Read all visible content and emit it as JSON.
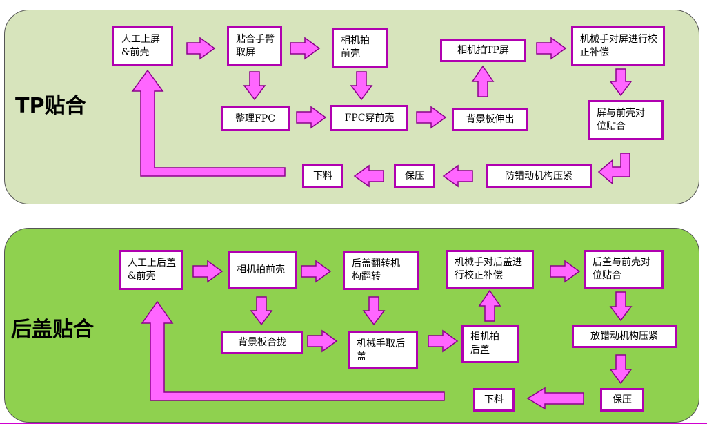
{
  "tp": {
    "title": "TP贴合",
    "steps": {
      "s1": "人工上屏&前壳",
      "s2": "贴合手臂取屏",
      "s3": "相机拍前壳",
      "s4": "相机拍TP屏",
      "s5": "机械手对屏进行校正补偿",
      "s6": "整理FPC",
      "s7": "FPC穿前壳",
      "s8": "背景板伸出",
      "s9": "屏与前壳对位贴合",
      "s10": "下料",
      "s11": "保压",
      "s12": "防错动机构压紧"
    }
  },
  "hg": {
    "title": "后盖贴合",
    "steps": {
      "s1": "人工上后盖&前壳",
      "s2": "相机拍前壳",
      "s3": "后盖翻转机构翻转",
      "s4": "机械手对后盖进行校正补偿",
      "s5": "后盖与前壳对位贴合",
      "s6": "背景板合拢",
      "s7": "机械手取后盖",
      "s8": "相机拍后盖",
      "s9": "放错动机构压紧",
      "s10": "下料",
      "s11": "保压"
    }
  },
  "colors": {
    "arrow_fill": "#ff66ff",
    "arrow_stroke": "#8b008b",
    "box_border": "#b000b0"
  }
}
